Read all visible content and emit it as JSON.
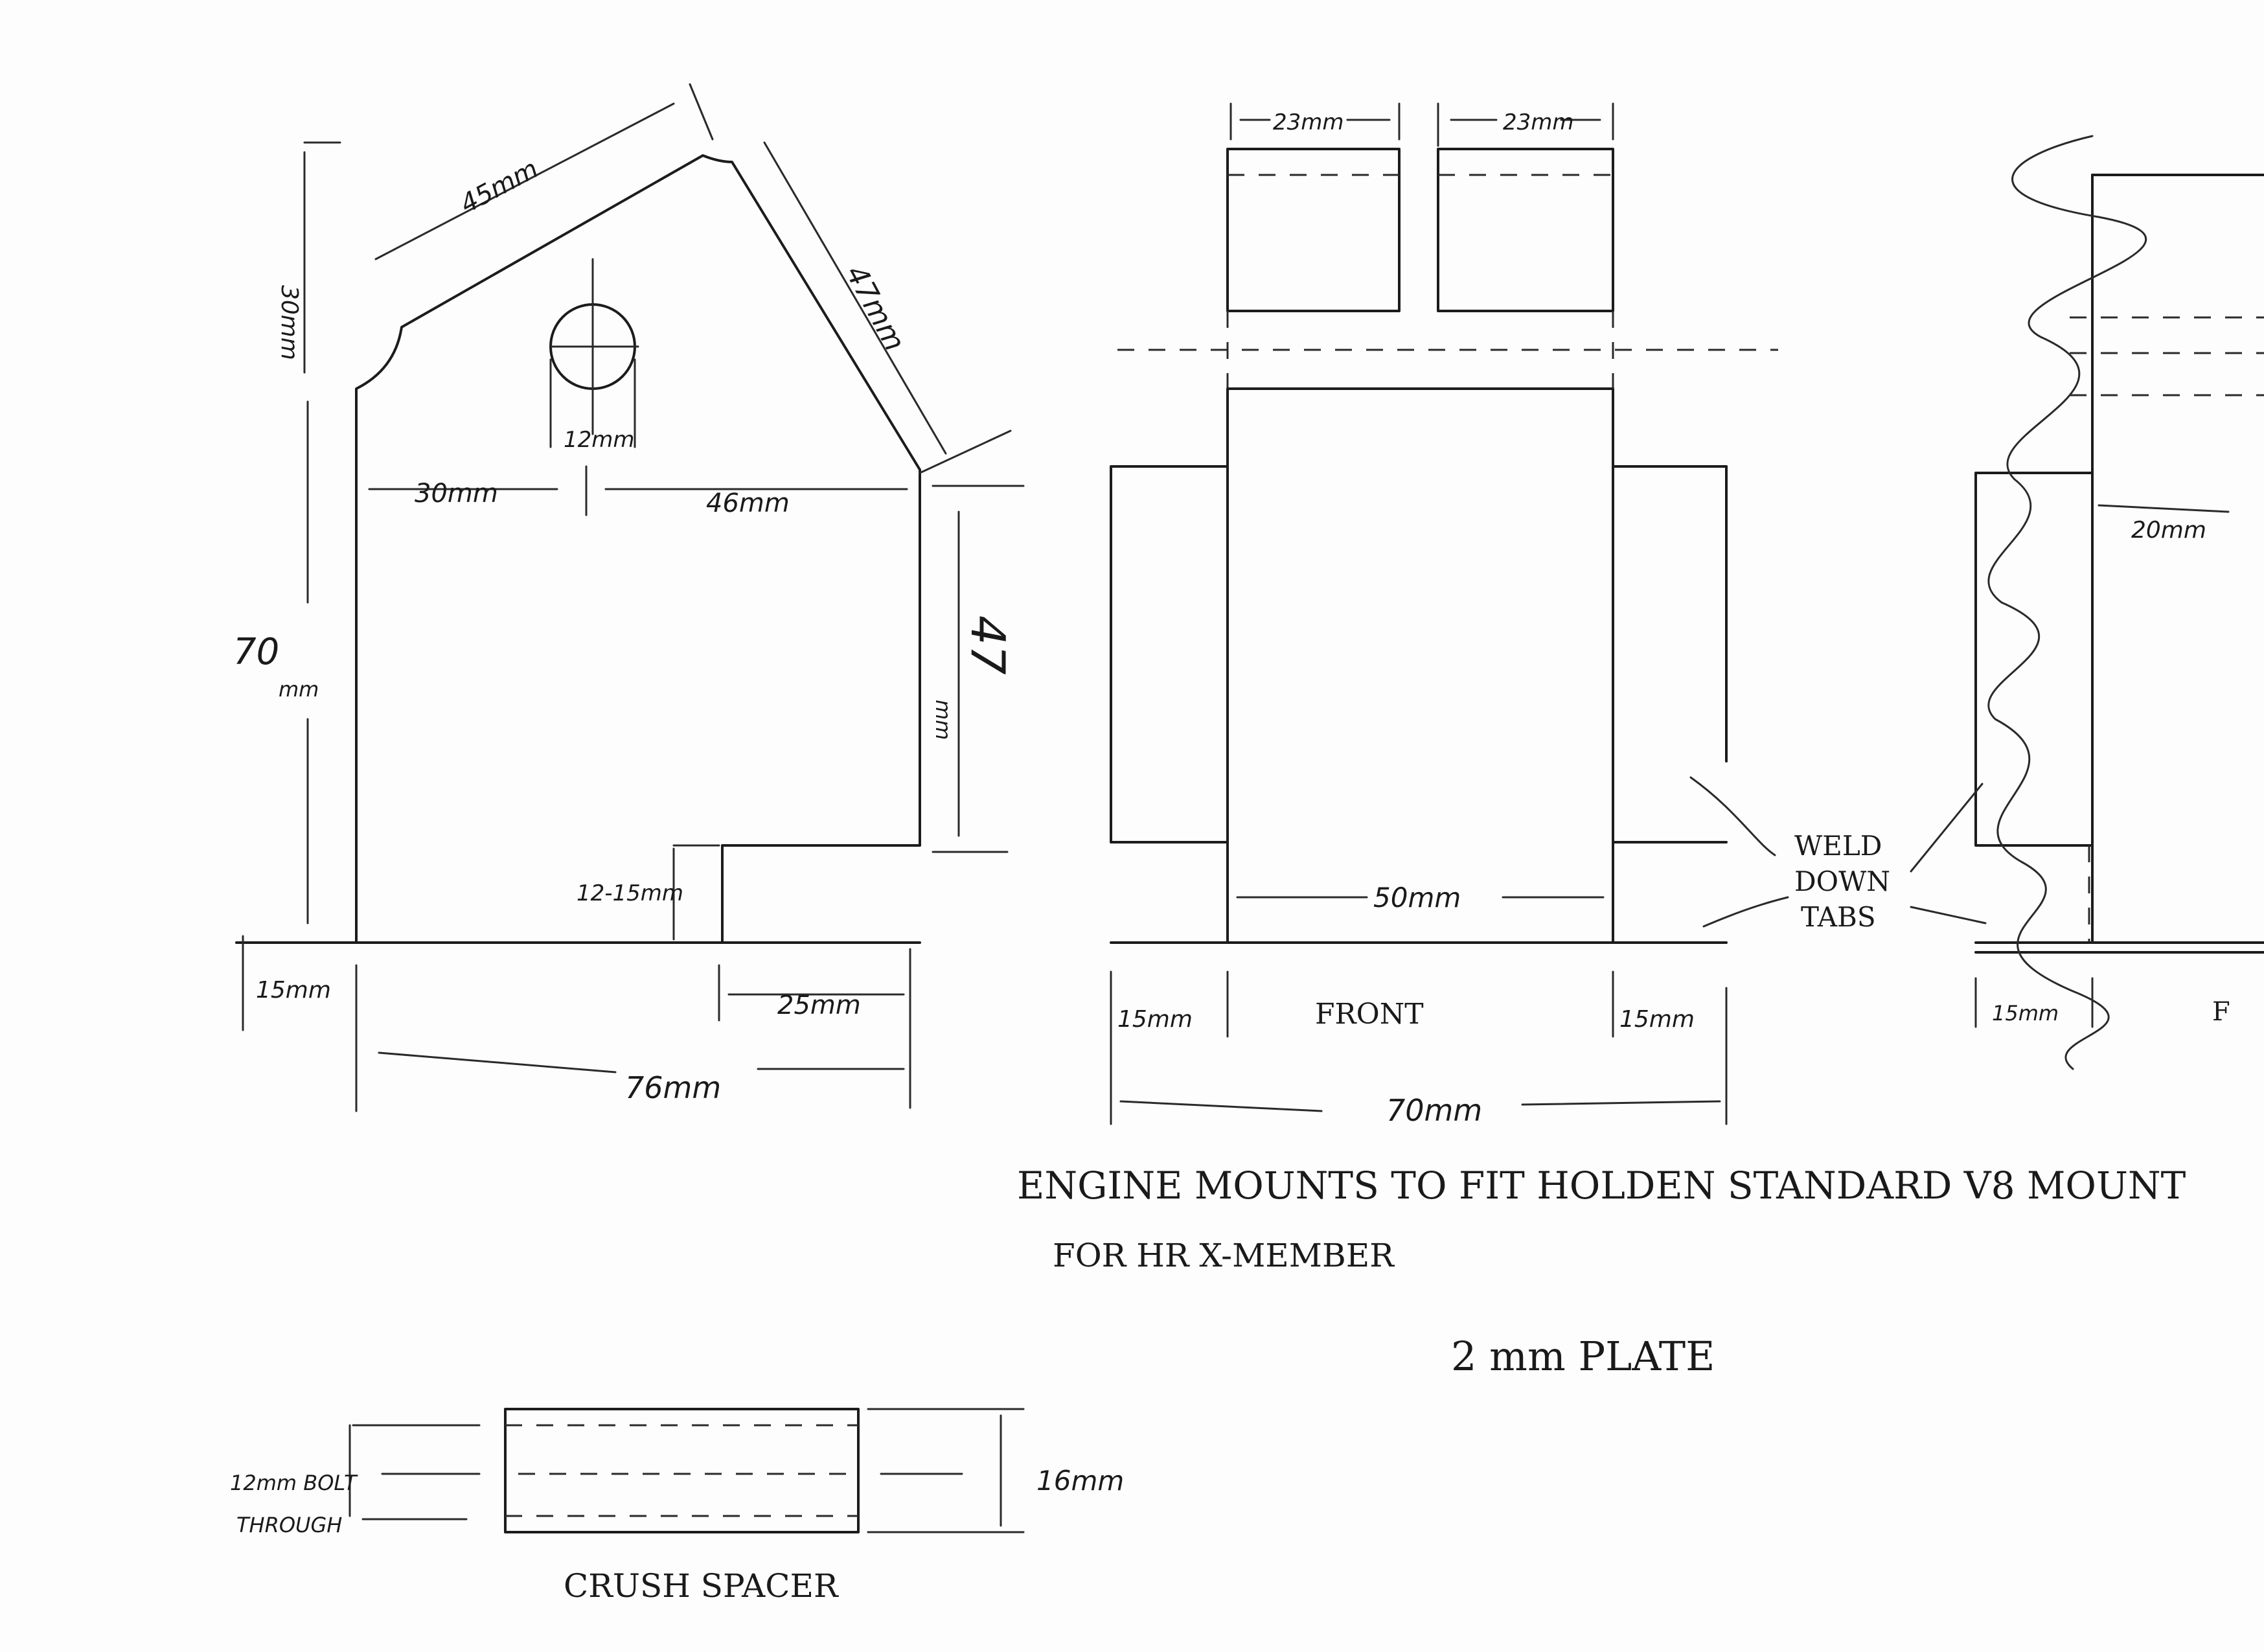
{
  "side_view": {
    "dim_top_edge": "45mm",
    "dim_upper_left": "30mm",
    "dim_slope_right": "47mm",
    "dim_hole": "12mm",
    "dim_left_to_hole": "30mm",
    "dim_hole_to_right": "46mm",
    "dim_height": "70",
    "dim_height_unit": "mm",
    "dim_right_height": "47",
    "dim_right_height_unit": "mm",
    "dim_step_height": "12-15mm",
    "dim_left_tab": "15mm",
    "dim_step_width": "25mm",
    "dim_total_width": "76mm"
  },
  "front_view": {
    "dim_top_left": "23mm",
    "dim_top_right": "23mm",
    "dim_center_width": "50mm",
    "dim_tab_left": "15mm",
    "dim_tab_right": "15mm",
    "label": "FRONT",
    "dim_total_width": "70mm"
  },
  "right_view": {
    "dim_offset": "20mm",
    "dim_tab": "15mm",
    "cut_letter": "F"
  },
  "weld_note": [
    "WELD",
    "DOWN",
    "TABS"
  ],
  "title_line1": "ENGINE MOUNTS TO FIT HOLDEN STANDARD V8 MOUNT",
  "title_line2": "FOR HR X-MEMBER",
  "plate_note": "2 mm PLATE",
  "crush_spacer": {
    "label": "CRUSH SPACER",
    "bolt_line1": "12mm BOLT",
    "bolt_line2": "THROUGH",
    "height": "16mm"
  }
}
